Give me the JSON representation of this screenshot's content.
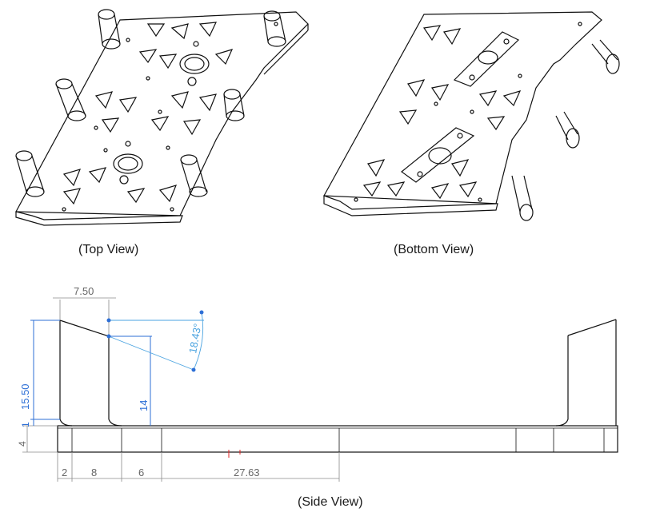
{
  "captions": {
    "top": "(Top View)",
    "bottom": "(Bottom View)",
    "side": "(Side View)"
  },
  "dimensions": {
    "width_top": "7.50",
    "height_total": "15.50",
    "height_post": "14",
    "angle": "18.43°",
    "step": "1",
    "base": "4",
    "seg_a": "2",
    "seg_b": "8",
    "seg_c": "6",
    "seg_d": "27.63"
  },
  "colors": {
    "dimension_gray": "#8a8a8a",
    "dimension_blue": "#2d6fd6",
    "angle_blue": "#4aa3e0",
    "marker_red": "#e02020",
    "line": "#111111"
  }
}
